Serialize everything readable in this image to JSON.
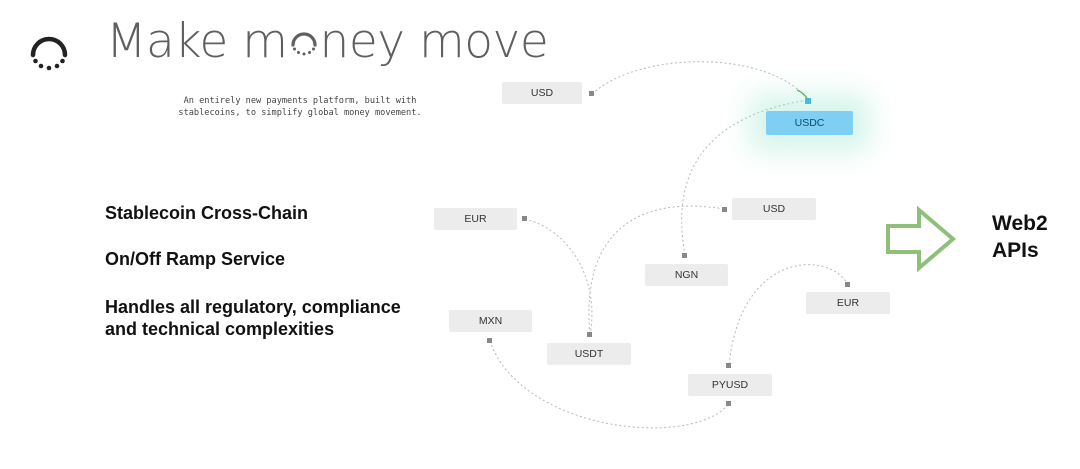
{
  "header": {
    "title_before": "Make m",
    "title_after": "ney move",
    "subtitle_lines": [
      "An entirely new payments platform, built with",
      "stablecoins, to simplify global money movement."
    ]
  },
  "features": [
    [
      "Stablecoin Cross-Chain"
    ],
    [
      "On/Off Ramp Service"
    ],
    [
      "Handles all regulatory, compliance",
      "and technical complexities"
    ]
  ],
  "nodes": {
    "usd_top": "USD",
    "usdc": "USDC",
    "eur_left": "EUR",
    "usd_mid": "USD",
    "ngn": "NGN",
    "eur_right": "EUR",
    "mxn": "MXN",
    "usdt": "USDT",
    "pyusd": "PYUSD"
  },
  "web2": {
    "line1": "Web2",
    "line2": "APIs"
  },
  "colors": {
    "headline": "#5f5f5f",
    "node_bg": "#ececec",
    "usdc_bg": "#7fcff4",
    "glow": "#8ce1c8",
    "arrow": "#8fc07a",
    "connector": "#b8b8b8"
  },
  "icons": {
    "logo": "dotted-ring-logo-icon",
    "arrow": "right-arrow-outline-icon"
  }
}
